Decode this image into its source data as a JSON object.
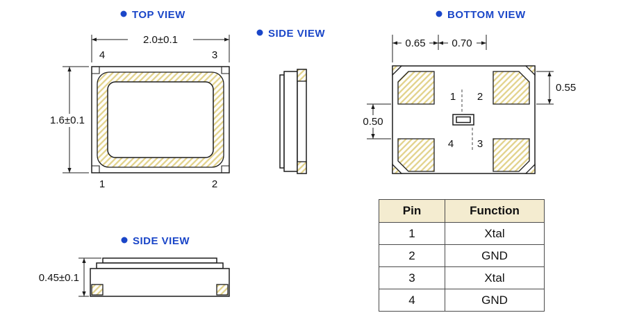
{
  "colors": {
    "accent_blue": "#1a46c8",
    "line": "#1c1c1c",
    "hatch": "#e2d28a",
    "table_header_bg": "#f4ecd0"
  },
  "views": {
    "top_view": {
      "label": "TOP VIEW",
      "dim_width": "2.0±0.1",
      "dim_height": "1.6±0.1",
      "pin_top_left": "4",
      "pin_top_right": "3",
      "pin_bottom_left": "1",
      "pin_bottom_right": "2"
    },
    "side_view_upper": {
      "label": "SIDE VIEW"
    },
    "bottom_view": {
      "label": "BOTTOM VIEW",
      "dim_pad_width": "0.65",
      "dim_pad_gap": "0.70",
      "dim_pad_height": "0.55",
      "dim_row_gap": "0.50",
      "pin_top_left": "1",
      "pin_top_right": "2",
      "pin_bottom_left": "4",
      "pin_bottom_right": "3"
    },
    "side_view_lower": {
      "label": "SIDE VIEW",
      "dim_height": "0.45±0.1"
    }
  },
  "table": {
    "headers": [
      "Pin",
      "Function"
    ],
    "rows": [
      [
        "1",
        "Xtal"
      ],
      [
        "2",
        "GND"
      ],
      [
        "3",
        "Xtal"
      ],
      [
        "4",
        "GND"
      ]
    ]
  }
}
